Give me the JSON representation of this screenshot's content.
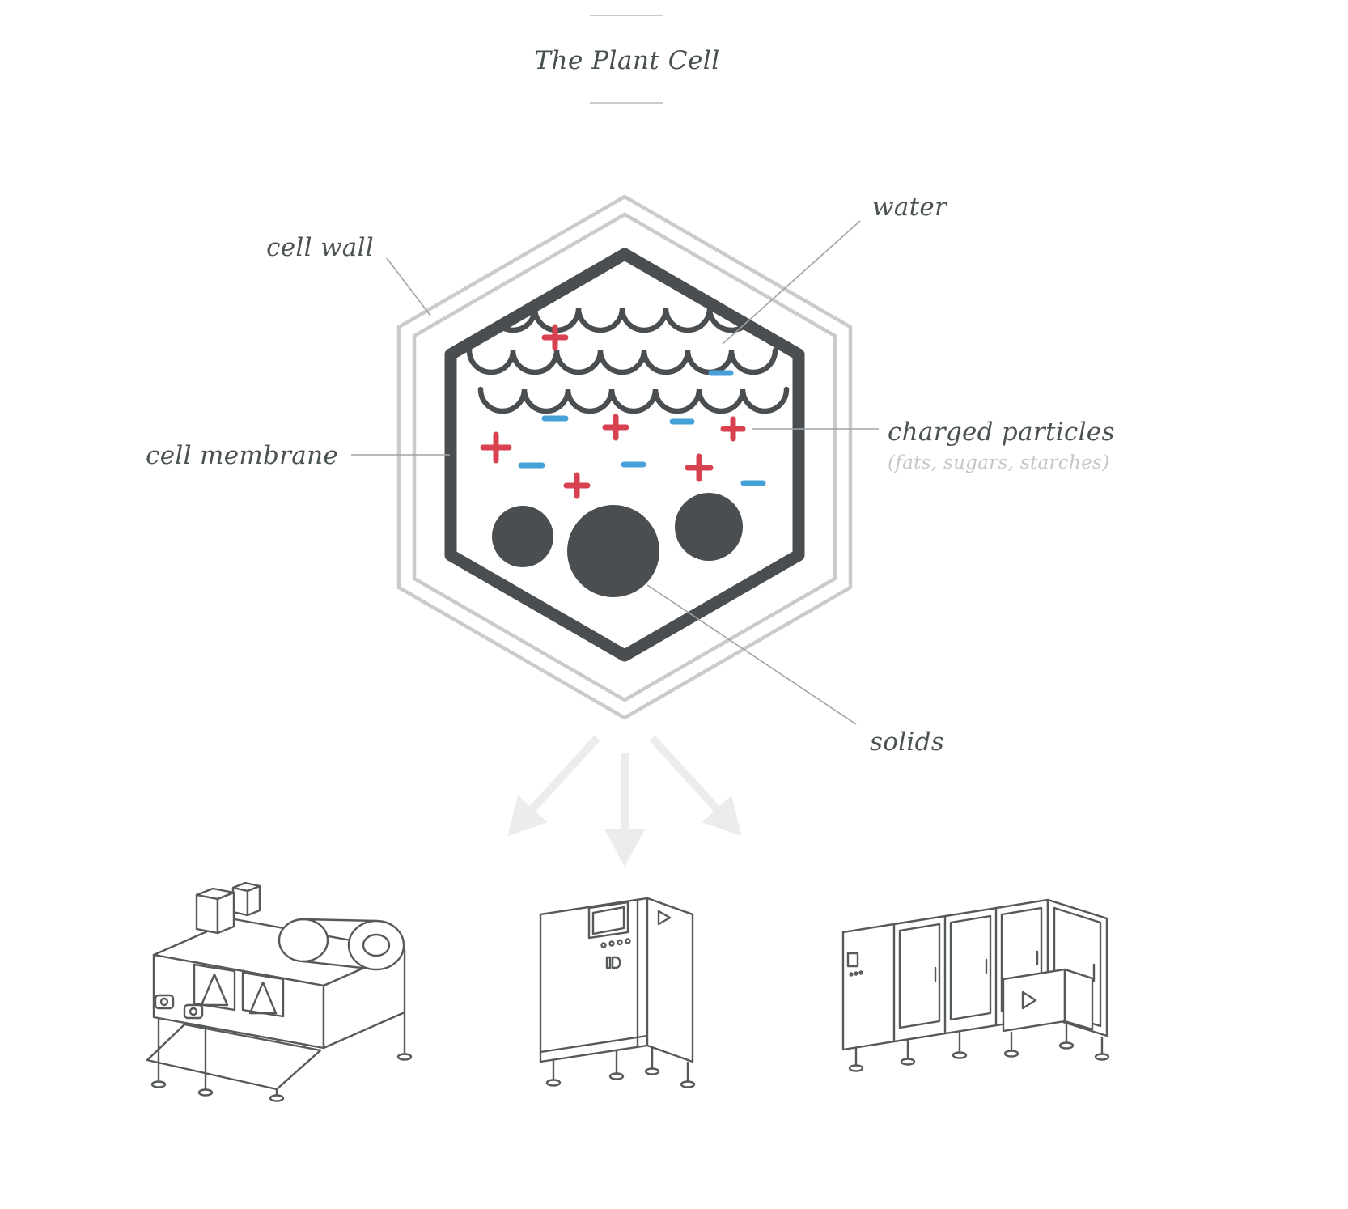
{
  "title": "The Plant Cell",
  "labels": {
    "cell_wall": "cell wall",
    "water": "water",
    "cell_membrane": "cell membrane",
    "charged_particles": "charged particles",
    "charged_particles_note": "(fats, sugars, starches)",
    "solids": "solids"
  },
  "colors": {
    "label_text": "#4b534f",
    "note_text": "#c3c6c8",
    "cell_wall_outline": "#c9cbcc",
    "membrane_ink": "#4a4e50",
    "positive_charge": "#d8414f",
    "negative_charge": "#45a1d8",
    "leader_line": "#a0a3a5",
    "arrow": "#ebeced",
    "machine_line": "#56595b"
  },
  "illustrations": {
    "cell": "hexagonal-plant-cell-diagram",
    "machines": [
      "belt-dryer-machine",
      "press-cabinet-machine",
      "processing-line-machine"
    ]
  }
}
